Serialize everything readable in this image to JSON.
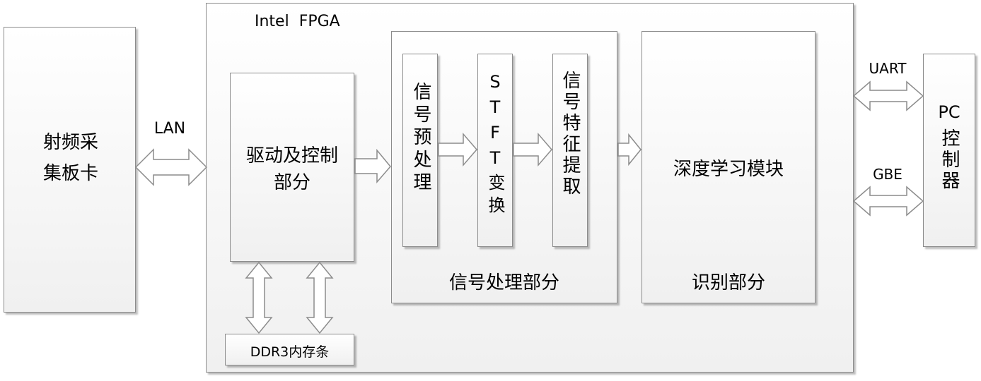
{
  "rf_board": {
    "label": "射频采集板卡"
  },
  "lan": {
    "label": "LAN"
  },
  "fpga": {
    "title": "Intel  FPGA"
  },
  "driver": {
    "label_line1": "驱动及控制",
    "label_line2": "部分"
  },
  "ddr": {
    "label": "DDR3内存条"
  },
  "signal_processing": {
    "caption": "信号处理部分"
  },
  "preprocess": {
    "label": "信号预处理"
  },
  "stft": {
    "label": "STFT变换"
  },
  "feature": {
    "label": "信号特征提取"
  },
  "recognition": {
    "label": "深度学习模块",
    "caption": "识别部分"
  },
  "uart": {
    "label": "UART"
  },
  "gbe": {
    "label": "GBE"
  },
  "pc": {
    "label_line1": "PC",
    "label_line2": "控制器"
  },
  "colors": {
    "border": "#8c8c8c",
    "arrow_fill": "#ffffff"
  }
}
